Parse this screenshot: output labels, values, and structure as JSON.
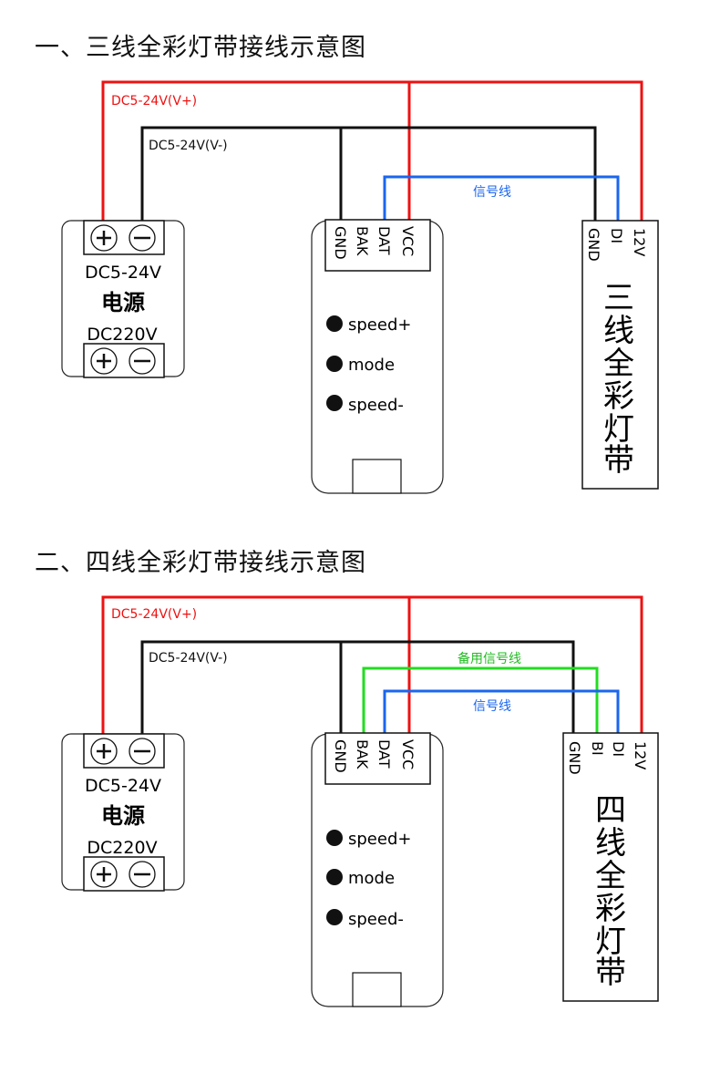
{
  "colors": {
    "vplus": "#ee1111",
    "vminus": "#111111",
    "signal": "#1a66ee",
    "backup_signal": "#22dd22"
  },
  "diagrams": [
    {
      "title": "一、三线全彩灯带接线示意图",
      "wire_labels": {
        "vplus": "DC5-24V(V+)",
        "vminus": "DC5-24V(V-)",
        "signal": "信号线"
      },
      "power_supply": {
        "output_label": "DC5-24V",
        "name": "电源",
        "input_label": "DC220V",
        "plus_icon": "plus-circle-icon",
        "minus_icon": "minus-circle-icon"
      },
      "controller": {
        "pins": [
          "GND",
          "BAK",
          "DAT",
          "VCC"
        ],
        "buttons": [
          "speed+",
          "mode",
          "speed-"
        ]
      },
      "strip": {
        "pins": [
          "GND",
          "DI",
          "12V"
        ],
        "name": [
          "三",
          "线",
          "全",
          "彩",
          "灯",
          "带"
        ]
      }
    },
    {
      "title": "二、四线全彩灯带接线示意图",
      "wire_labels": {
        "vplus": "DC5-24V(V+)",
        "vminus": "DC5-24V(V-)",
        "signal": "信号线",
        "backup_signal": "备用信号线"
      },
      "power_supply": {
        "output_label": "DC5-24V",
        "name": "电源",
        "input_label": "DC220V",
        "plus_icon": "plus-circle-icon",
        "minus_icon": "minus-circle-icon"
      },
      "controller": {
        "pins": [
          "GND",
          "BAK",
          "DAT",
          "VCC"
        ],
        "buttons": [
          "speed+",
          "mode",
          "speed-"
        ]
      },
      "strip": {
        "pins": [
          "GND",
          "BI",
          "DI",
          "12V"
        ],
        "name": [
          "四",
          "线",
          "全",
          "彩",
          "灯",
          "带"
        ]
      }
    }
  ]
}
